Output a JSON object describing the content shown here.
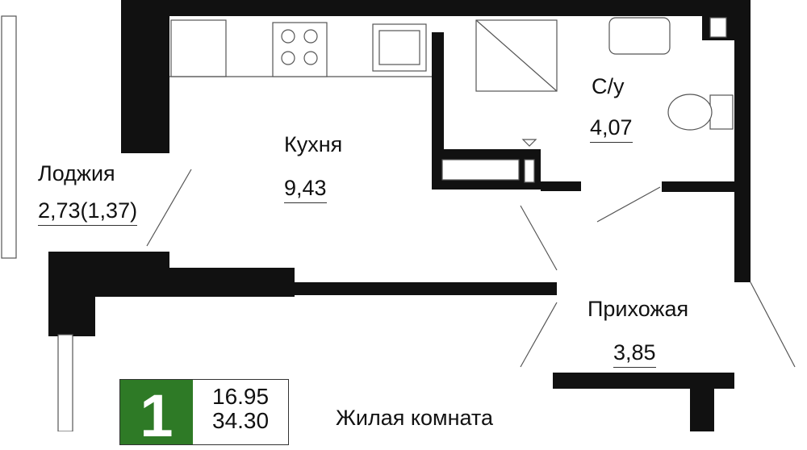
{
  "rooms": {
    "loggia": {
      "name": "Лоджия",
      "area": "2,73(1,37)"
    },
    "kitchen": {
      "name": "Кухня",
      "area": "9,43"
    },
    "bathroom": {
      "name": "С/у",
      "area": "4,07"
    },
    "hallway": {
      "name": "Прихожая",
      "area": "3,85"
    },
    "living": {
      "name": "Жилая комната"
    }
  },
  "badge": {
    "rooms_count": "1",
    "living_area": "16.95",
    "total_area": "34.30"
  },
  "colors": {
    "wall": "#111111",
    "badge": "#2e7a26"
  }
}
